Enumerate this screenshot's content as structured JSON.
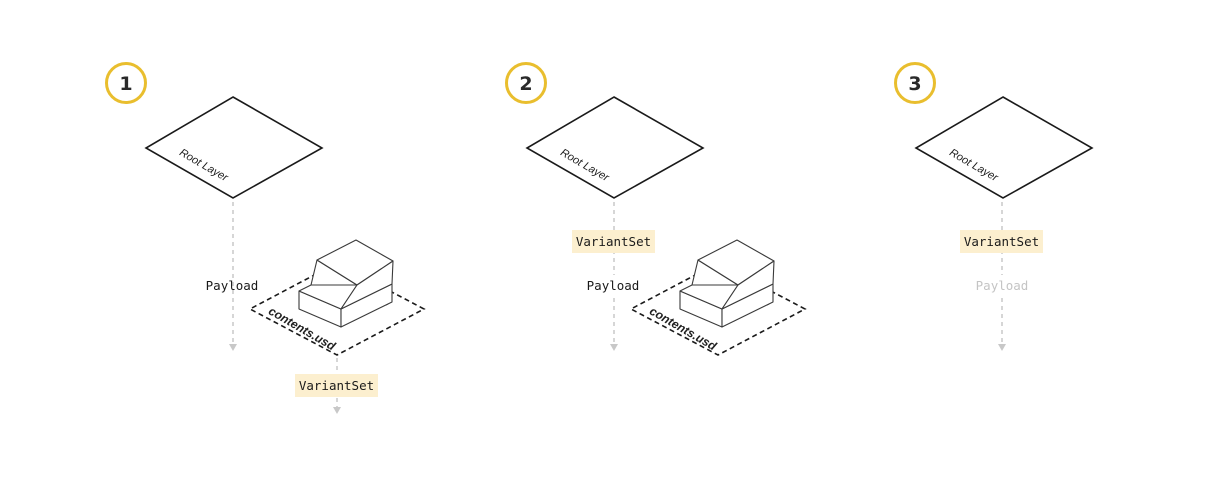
{
  "steps": [
    {
      "number": "1",
      "root_label": "Root Layer",
      "payload_label": "Payload",
      "variantset_label": "VariantSet",
      "contents_label": "contents.usd"
    },
    {
      "number": "2",
      "root_label": "Root Layer",
      "payload_label": "Payload",
      "variantset_label": "VariantSet",
      "contents_label": "contents.usd"
    },
    {
      "number": "3",
      "root_label": "Root Layer",
      "payload_label": "Payload",
      "variantset_label": "VariantSet"
    }
  ],
  "colors": {
    "badge_ring": "#e9be2e",
    "tag_bg": "#fcefcf",
    "connector": "#c8c8c8",
    "faded_text": "#c4c4c4"
  }
}
